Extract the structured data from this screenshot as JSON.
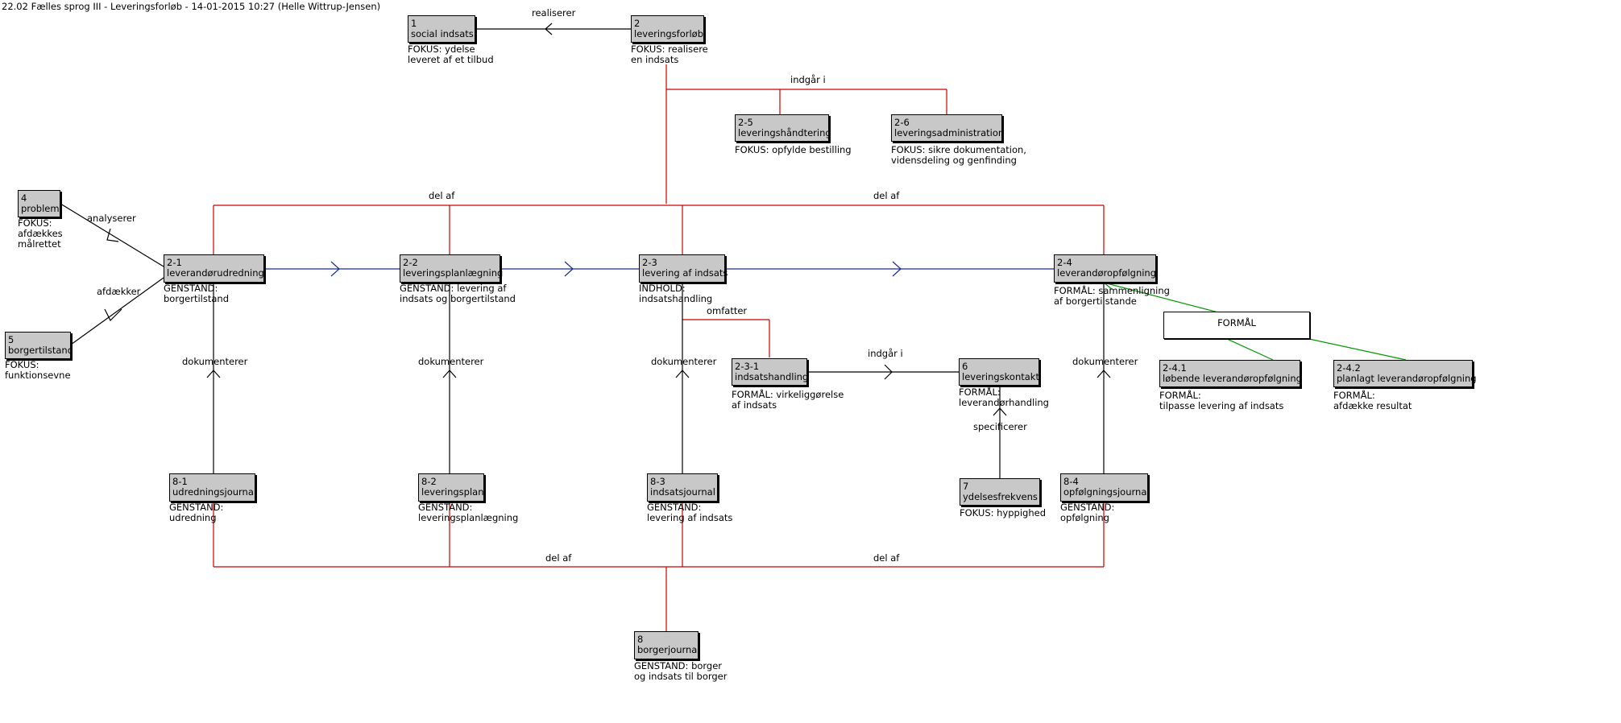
{
  "title": "22.02 Fælles sprog III - Leveringsforløb - 14-01-2015 10:27 (Helle Wittrup-Jensen)",
  "colors": {
    "composition": "#cc0000",
    "flow": "#1a2a99",
    "specialization": "#009900",
    "association": "#000000",
    "box_fill": "#c8c8c8"
  },
  "boxes": {
    "b1": {
      "num": "1",
      "name": "social indsats",
      "note": [
        "FOKUS: ydelse",
        "leveret af et tilbud"
      ]
    },
    "b2": {
      "num": "2",
      "name": "leveringsforløb",
      "note": [
        "FOKUS: realisere",
        "en indsats"
      ]
    },
    "b25": {
      "num": "2-5",
      "name": "leveringshåndtering",
      "note": [
        "FOKUS: opfylde bestilling"
      ]
    },
    "b26": {
      "num": "2-6",
      "name": "leveringsadministration",
      "note": [
        "FOKUS: sikre dokumentation,",
        "vidensdeling og genfinding"
      ]
    },
    "b4": {
      "num": "4",
      "name": "problem",
      "note": [
        "FOKUS:",
        "afdækkes",
        "målrettet"
      ]
    },
    "b5": {
      "num": "5",
      "name": "borgertilstand",
      "note": [
        "FOKUS:",
        "funktionsevne"
      ]
    },
    "b21": {
      "num": "2-1",
      "name": "leverandørudredning",
      "note": [
        "GENSTAND:",
        "borgertilstand"
      ]
    },
    "b22": {
      "num": "2-2",
      "name": "leveringsplanlægning",
      "note": [
        "GENSTAND: levering af",
        "indsats og borgertilstand"
      ]
    },
    "b23": {
      "num": "2-3",
      "name": "levering af indsats",
      "note": [
        "INDHOLD:",
        "indsatshandling"
      ]
    },
    "b24": {
      "num": "2-4",
      "name": "leverandøropfølgning",
      "note": [
        "FORMÅL: sammenligning",
        "af borgertilstande"
      ]
    },
    "b231": {
      "num": "2-3-1",
      "name": "indsatshandling",
      "note": [
        "FORMÅL: virkeliggørelse",
        "af indsats"
      ]
    },
    "b6": {
      "num": "6",
      "name": "leveringskontakt",
      "note": [
        "FORMÅL:",
        "leverandørhandling"
      ]
    },
    "b7": {
      "num": "7",
      "name": "ydelsesfrekvens",
      "note": [
        "FOKUS: hyppighed"
      ]
    },
    "b241": {
      "num": "2-4.1",
      "name": "løbende leverandøropfølgning",
      "note": [
        "FORMÅL:",
        "tilpasse levering af indsats"
      ]
    },
    "b242": {
      "num": "2-4.2",
      "name": "planlagt leverandøropfølgning",
      "note": [
        "FORMÅL:",
        "afdække resultat"
      ]
    },
    "b81": {
      "num": "8-1",
      "name": "udredningsjournal",
      "note": [
        "GENSTAND:",
        "udredning"
      ]
    },
    "b82": {
      "num": "8-2",
      "name": "leveringsplan",
      "note": [
        "GENSTAND:",
        "leveringsplanlægning"
      ]
    },
    "b83": {
      "num": "8-3",
      "name": "indsatsjournal",
      "note": [
        "GENSTAND:",
        "levering af indsats"
      ]
    },
    "b84": {
      "num": "8-4",
      "name": "opfølgningsjournal",
      "note": [
        "GENSTAND:",
        "opfølgning"
      ]
    },
    "b8": {
      "num": "8",
      "name": "borgerjournal",
      "note": [
        "GENSTAND: borger",
        "og indsats til borger"
      ]
    }
  },
  "formaal_box": "FORMÅL",
  "labels": {
    "realiserer": "realiserer",
    "indgaar_top": "indgår i",
    "delaf_top_left": "del af",
    "delaf_top_right": "del af",
    "analyserer": "analyserer",
    "afdaekker": "afdækker",
    "omfatter": "omfatter",
    "indgaar_mid": "indgår i",
    "specificerer": "specificerer",
    "dok1": "dokumenterer",
    "dok2": "dokumenterer",
    "dok3": "dokumenterer",
    "dok4": "dokumenterer",
    "delaf_bottom_left": "del af",
    "delaf_bottom_right": "del af"
  }
}
